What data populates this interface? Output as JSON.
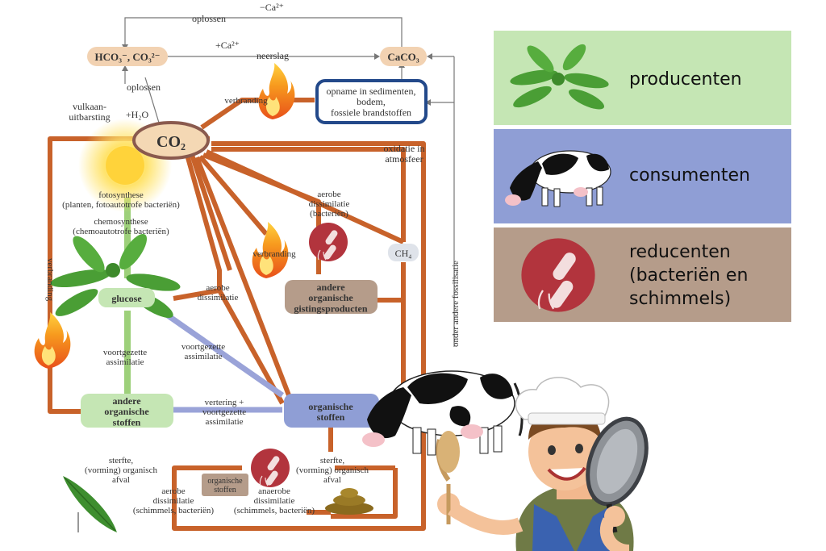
{
  "diagram": {
    "nodes": {
      "hco3": "HCO₃⁻, CO₃²⁻",
      "caco3": "CaCO₃",
      "co2": "CO₂",
      "sediments": "opname in sedimenten,\nbodem,\nfossiele brandstoffen",
      "ch4": "CH₄",
      "glucose": "glucose",
      "other_organic": "andere\norganische\nstoffen",
      "fermentation": "andere\norganische\ngistingsproducten",
      "organic_consumer": "organische\nstoffen",
      "organic_waste": "organische\nstoffen"
    },
    "labels": {
      "dissolve_top": "oplossen",
      "minus_ca": "−Ca²⁺",
      "plus_ca": "+Ca²⁺",
      "precipitation": "neerslag",
      "dissolve": "oplossen",
      "plus_h2o": "+H₂O",
      "volcano": "vulkaan-\nuitbarsting",
      "combustion_top": "verbranding",
      "oxidation": "oxidatie in\natmosfeer",
      "photosynthesis": "fotosynthese\n(planten, fotoautotrofe bacteriën)",
      "chemosynthesis": "chemosynthese\n(chemoautotrofe bacteriën)",
      "aerobe_bacteria": "aerobe\ndissimilatie\n(bacteriën)",
      "combustion_mid": "verbranding",
      "aerobe_dissimilation": "aerobe\ndissimilatie",
      "continued_assim_left": "voortgezette\nassimilatie",
      "continued_assim_mid": "voortgezette\nassimilatie",
      "digestion": "vertering +\nvoortgezette\nassimilatie",
      "death_left": "sterfte,\n(vorming) organisch\nafval",
      "death_right": "sterfte,\n(vorming) organisch\nafval",
      "aerobe_fungi": "aerobe\ndissimilatie\n(schimmels, bacteriën)",
      "anaerobe_fungi": "anaerobe\ndissimilatie\n(schimmels, bacteriën)",
      "fossilisation": "onder andere fossilisatie",
      "combustion_left": "verbranding"
    }
  },
  "legend": {
    "producers": "producenten",
    "consumers": "consumenten",
    "decomposers": "reducenten\n(bacteriën en\nschimmels)"
  },
  "colors": {
    "flow": "#c8622a",
    "producer_flow": "#9dd07a",
    "consumer_flow": "#9aa3d8",
    "legend_producers": "#c5e6b4",
    "legend_consumers": "#8f9ed5",
    "legend_decomposers": "#b59c8a",
    "sediment_border": "#23498a",
    "decomposer_icon": "#b2343d"
  }
}
